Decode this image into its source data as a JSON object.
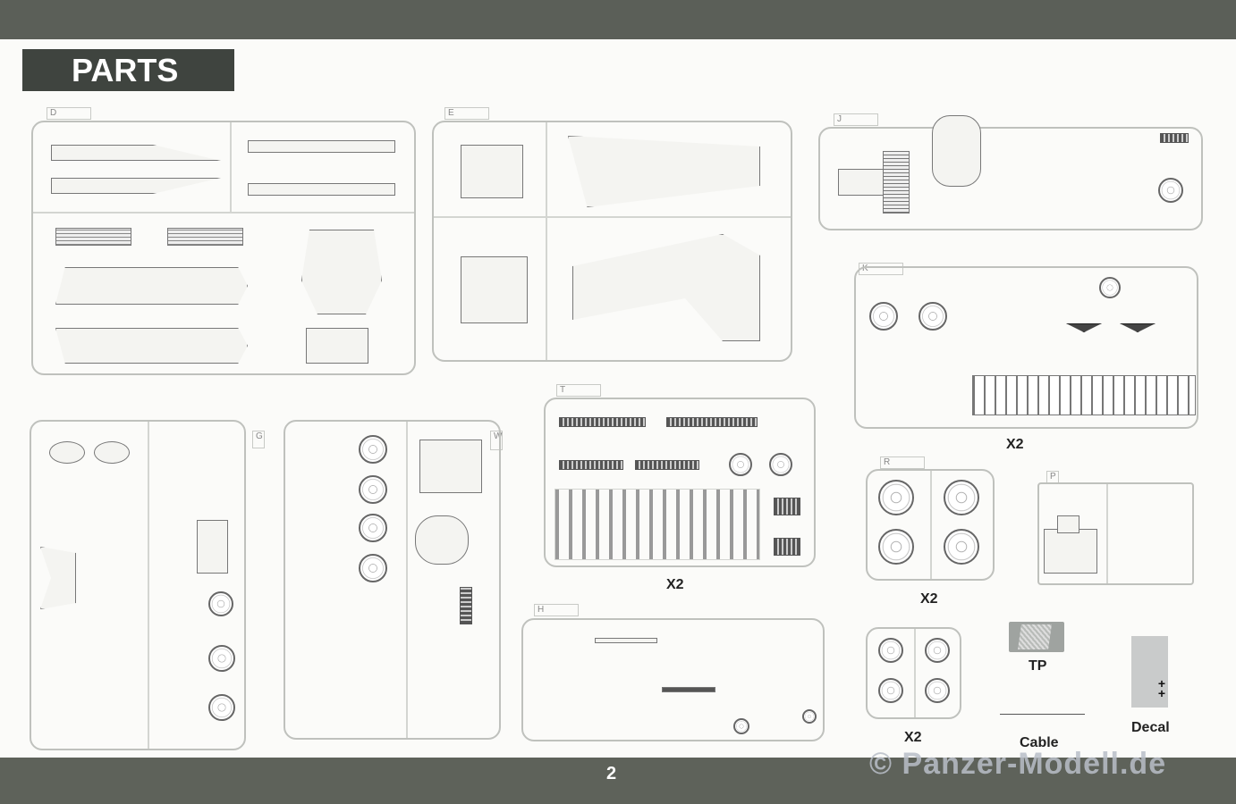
{
  "header": {
    "title": "PARTS"
  },
  "sprues": [
    {
      "letter": "D"
    },
    {
      "letter": "E"
    },
    {
      "letter": "J"
    },
    {
      "letter": "K"
    },
    {
      "letter": "G"
    },
    {
      "letter": "W"
    },
    {
      "letter": "T"
    },
    {
      "letter": "H"
    },
    {
      "letter": "R"
    },
    {
      "letter": "P"
    }
  ],
  "quantities": {
    "k": "X2",
    "t": "X2",
    "r": "X2",
    "wheels": "X2"
  },
  "extras": {
    "tp": "TP",
    "cable": "Cable",
    "decal": "Decal"
  },
  "footer": {
    "page_number": "2",
    "watermark": "© Panzer-Modell.de"
  },
  "colors": {
    "bar": "#5b5f58",
    "title_box": "#3f443f"
  }
}
